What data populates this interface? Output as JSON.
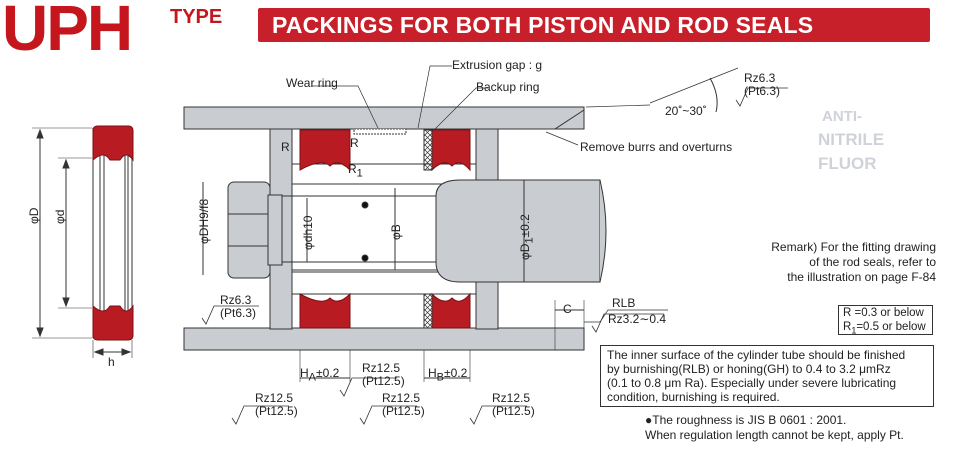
{
  "header": {
    "series": "UPH",
    "type_word": "TYPE",
    "banner": "PACKINGS FOR BOTH PISTON AND ROD SEALS"
  },
  "colors": {
    "brand_red": "#c4161c",
    "seal_red": "#b81c22",
    "gray_fill": "#c9cdd1"
  },
  "callouts": {
    "wear_ring": "Wear ring",
    "extrusion_gap": "Extrusion gap : g",
    "backup_ring": "Backup ring",
    "remove_burrs": "Remove burrs and overturns",
    "angle": "20˚~30˚",
    "R": "R",
    "R1": "R",
    "R1_sub": "1"
  },
  "dimensions": {
    "phiD": "φD",
    "phid": "φd",
    "h": "h",
    "phiDH9": "φDH9/f8",
    "phidh10": "φdh10",
    "phiB": "φB",
    "phiD1": "φD",
    "phiD1_sub": "1",
    "phiD1_tol": "±0.2",
    "C": "C",
    "HA": "H",
    "HA_sub": "A",
    "HA_tol": "±0.2",
    "HB": "H",
    "HB_sub": "B",
    "HB_tol": "±0.2"
  },
  "roughness": {
    "top_rz": "Rz6.3",
    "top_pt": "(Pt6.3)",
    "left_rz": "Rz6.3",
    "left_pt": "(Pt6.3)",
    "rlb_label": "RLB",
    "rlb_rz": "Rz3.2∼0.4",
    "mid1_rz": "Rz12.5",
    "mid1_pt": "(Pt12.5)",
    "bot1_rz": "Rz12.5",
    "bot1_pt": "(Pt12.5)",
    "bot2_rz": "Rz12.5",
    "bot2_pt": "(Pt12.5)",
    "bot3_rz": "Rz12.5",
    "bot3_pt": "(Pt12.5)"
  },
  "remark": {
    "line1": "Remark) For the fitting drawing",
    "line2": "of the rod seals, refer to",
    "line3": "the illustration on page F-84"
  },
  "r_box": {
    "line1": "R  =0.3 or below",
    "line2": "R",
    "line2_sub": "1",
    "line2_rest": "=0.5 or below"
  },
  "note": {
    "line1": "The inner surface of the cylinder tube should be finished",
    "line2": "by burnishing(RLB) or honing(GH) to 0.4 to 3.2 μmRz",
    "line3": "(0.1 to 0.8 μm Ra). Especially under severe lubricating",
    "line4": "condition, burnishing is required."
  },
  "footnote": {
    "line1": "●The roughness is JIS B 0601 : 2001.",
    "line2": "When regulation length cannot be kept, apply Pt."
  },
  "side_faded": [
    "ANTI-",
    "NITRILE",
    "FLUOR"
  ]
}
